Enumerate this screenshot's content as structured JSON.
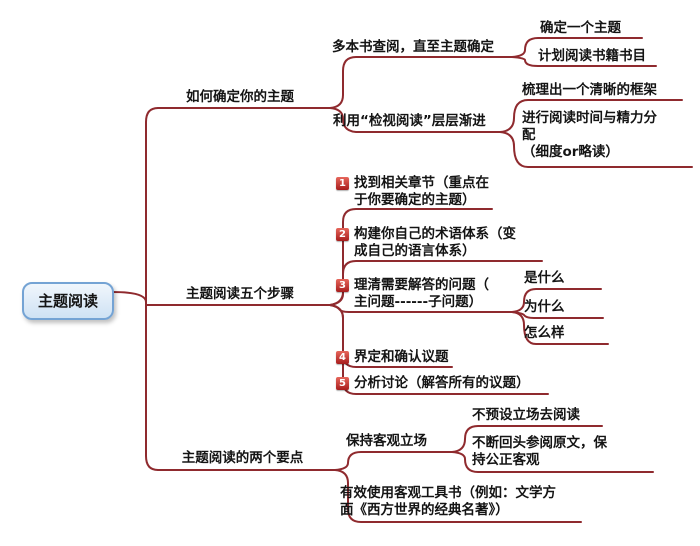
{
  "root": {
    "label": "主题阅读"
  },
  "branch1": {
    "label": "如何确定你的主题",
    "c1": {
      "label": "多本书查阅，直至主题确定",
      "c1": {
        "label": "确定一个主题"
      },
      "c2": {
        "label": "计划阅读书籍书目"
      }
    },
    "c2": {
      "label": "利用“检视阅读”层层渐进",
      "c1": {
        "label": "梳理出一个清晰的框架"
      },
      "c2": {
        "label": "进行阅读时间与精力分\n配\n（细度or略读）"
      }
    }
  },
  "branch2": {
    "label": "主题阅读五个步骤",
    "steps": [
      {
        "num": "1",
        "label": "找到相关章节（重点在\n于你要确定的主题）"
      },
      {
        "num": "2",
        "label": "构建你自己的术语体系（变\n成自己的语言体系）"
      },
      {
        "num": "3",
        "label": "理清需要解答的问题（\n主问题------子问题）"
      },
      {
        "num": "4",
        "label": "界定和确认议题"
      },
      {
        "num": "5",
        "label": "分析讨论（解答所有的议题）"
      }
    ],
    "q1": {
      "label": "是什么"
    },
    "q2": {
      "label": "为什么"
    },
    "q3": {
      "label": "怎么样"
    }
  },
  "branch3": {
    "label": "主题阅读的两个要点",
    "c1": {
      "label": "保持客观立场",
      "c1": {
        "label": "不预设立场去阅读"
      },
      "c2": {
        "label": "不断回头参阅原文，保\n持公正客观"
      }
    },
    "c2": {
      "label": "有效使用客观工具书（例如：文学方\n面《西方世界的经典名著》）"
    }
  },
  "colors": {
    "connector": "#8f2a2e",
    "root_fill": "#cfe2f4",
    "root_border": "#74a3d4",
    "step_badge": "#b01e1e"
  }
}
